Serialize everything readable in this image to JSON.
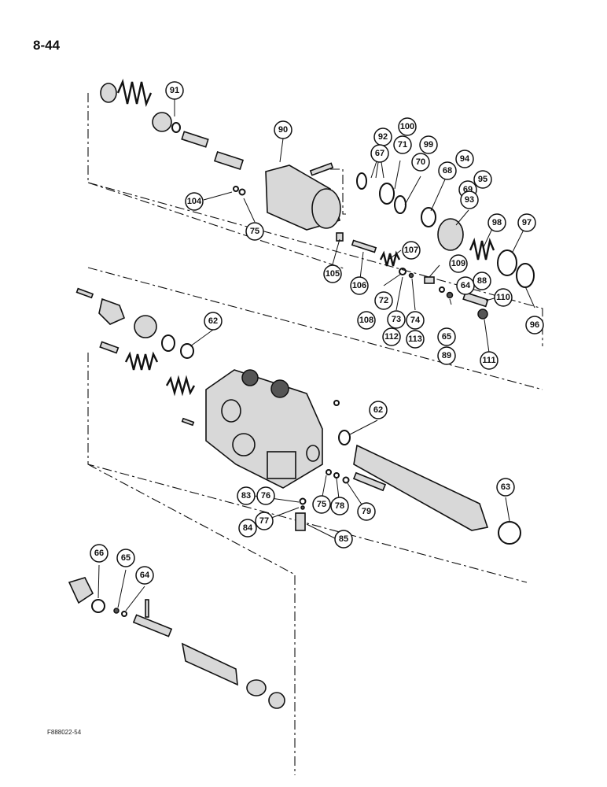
{
  "page_number": "8-44",
  "figure_code": "F888022-54",
  "callouts": [
    "91",
    "90",
    "92",
    "100",
    "67",
    "71",
    "99",
    "70",
    "94",
    "68",
    "69",
    "95",
    "93",
    "98",
    "97",
    "104",
    "75",
    "107",
    "105",
    "106",
    "109",
    "64",
    "88",
    "72",
    "108",
    "73",
    "74",
    "110",
    "112",
    "113",
    "65",
    "89",
    "96",
    "111",
    "62",
    "62",
    "63",
    "83",
    "76",
    "75",
    "78",
    "79",
    "84",
    "77",
    "85",
    "66",
    "65",
    "64"
  ]
}
